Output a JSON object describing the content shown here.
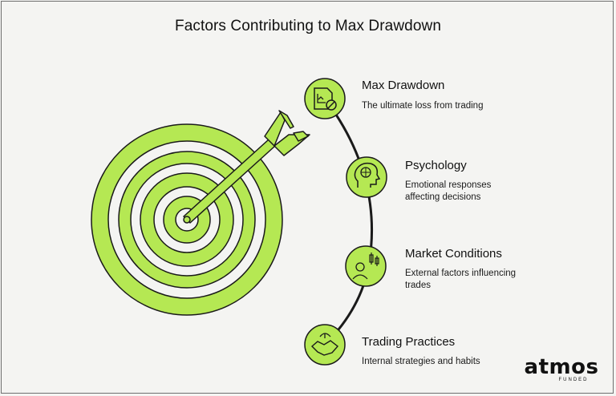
{
  "title": "Factors Contributing to Max Drawdown",
  "factors": [
    {
      "title": "Max Drawdown",
      "desc": "The ultimate loss from trading",
      "icon": "drawdown-document-icon"
    },
    {
      "title": "Psychology",
      "desc": "Emotional responses affecting decisions",
      "icon": "head-brain-icon"
    },
    {
      "title": "Market Conditions",
      "desc": "External factors influencing trades",
      "icon": "trader-candlestick-icon"
    },
    {
      "title": "Trading Practices",
      "desc": "Internal strategies and habits",
      "icon": "handshake-icon"
    }
  ],
  "logo": {
    "word": "atmos",
    "sub": "FUNDED"
  },
  "colors": {
    "accent": "#b5e853",
    "stroke": "#1a1a1a",
    "background": "#f4f4f2"
  }
}
